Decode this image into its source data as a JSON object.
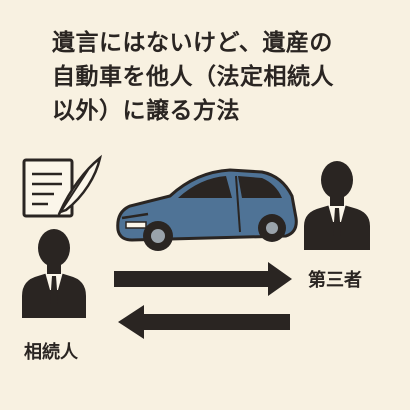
{
  "title": {
    "line1": "遺言にはないけど、遺産の",
    "line2": "自動車を他人（法定相続人",
    "line3": "以外）に譲る方法"
  },
  "labels": {
    "heir": "相続人",
    "third_party": "第三者"
  },
  "colors": {
    "background": "#f8f1e1",
    "ink": "#2a2522",
    "car_body": "#4f7396",
    "car_dark": "#3a5877",
    "tie": "#2a2522"
  },
  "icons": {
    "document": "document-quill-icon",
    "heir": "person-suit-icon",
    "third_party": "person-suit-icon",
    "car": "car-icon",
    "arrow_right": "arrow-right-icon",
    "arrow_left": "arrow-left-icon"
  }
}
